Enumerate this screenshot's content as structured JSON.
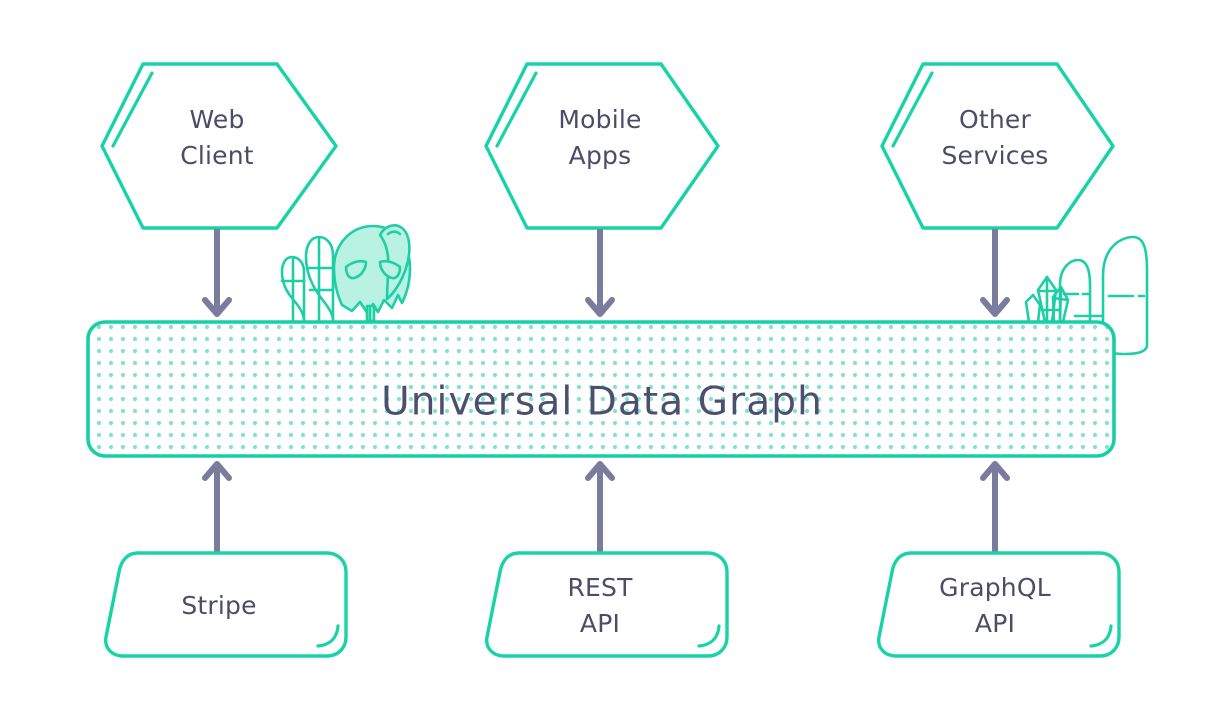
{
  "diagram": {
    "title": "Universal Data Graph",
    "type": "architecture-diagram",
    "background_color": "#ffffff",
    "accent_color": "#16cfa6",
    "label_color": "#4c4c68",
    "arrow_color": "#7b7b9e",
    "creature_fill_color": "#b9f2e2"
  },
  "consumers": {
    "shape": "hexagon",
    "items": [
      {
        "label_line1": "Web",
        "label_line2": "Client",
        "name": "web-client"
      },
      {
        "label_line1": "Mobile",
        "label_line2": "Apps",
        "name": "mobile-apps"
      },
      {
        "label_line1": "Other",
        "label_line2": "Services",
        "name": "other-services"
      }
    ]
  },
  "band": {
    "label": "Universal Data Graph",
    "fill_pattern": "dot-grid",
    "border_color": "#16cfa6"
  },
  "sources": {
    "shape": "skewed-rounded-rect",
    "items": [
      {
        "label_line1": "Stripe",
        "label_line2": "",
        "name": "stripe"
      },
      {
        "label_line1": "REST",
        "label_line2": "API",
        "name": "rest-api"
      },
      {
        "label_line1": "GraphQL",
        "label_line2": "API",
        "name": "graphql-api"
      }
    ]
  },
  "arrows": {
    "down_count": 3,
    "up_count": 3,
    "down_direction": "consumers-to-band",
    "up_direction": "sources-to-band"
  },
  "decorations": [
    {
      "name": "alien-creature-with-trees",
      "side": "left-of-center"
    },
    {
      "name": "crystals-and-cacti",
      "side": "right-edge"
    }
  ]
}
